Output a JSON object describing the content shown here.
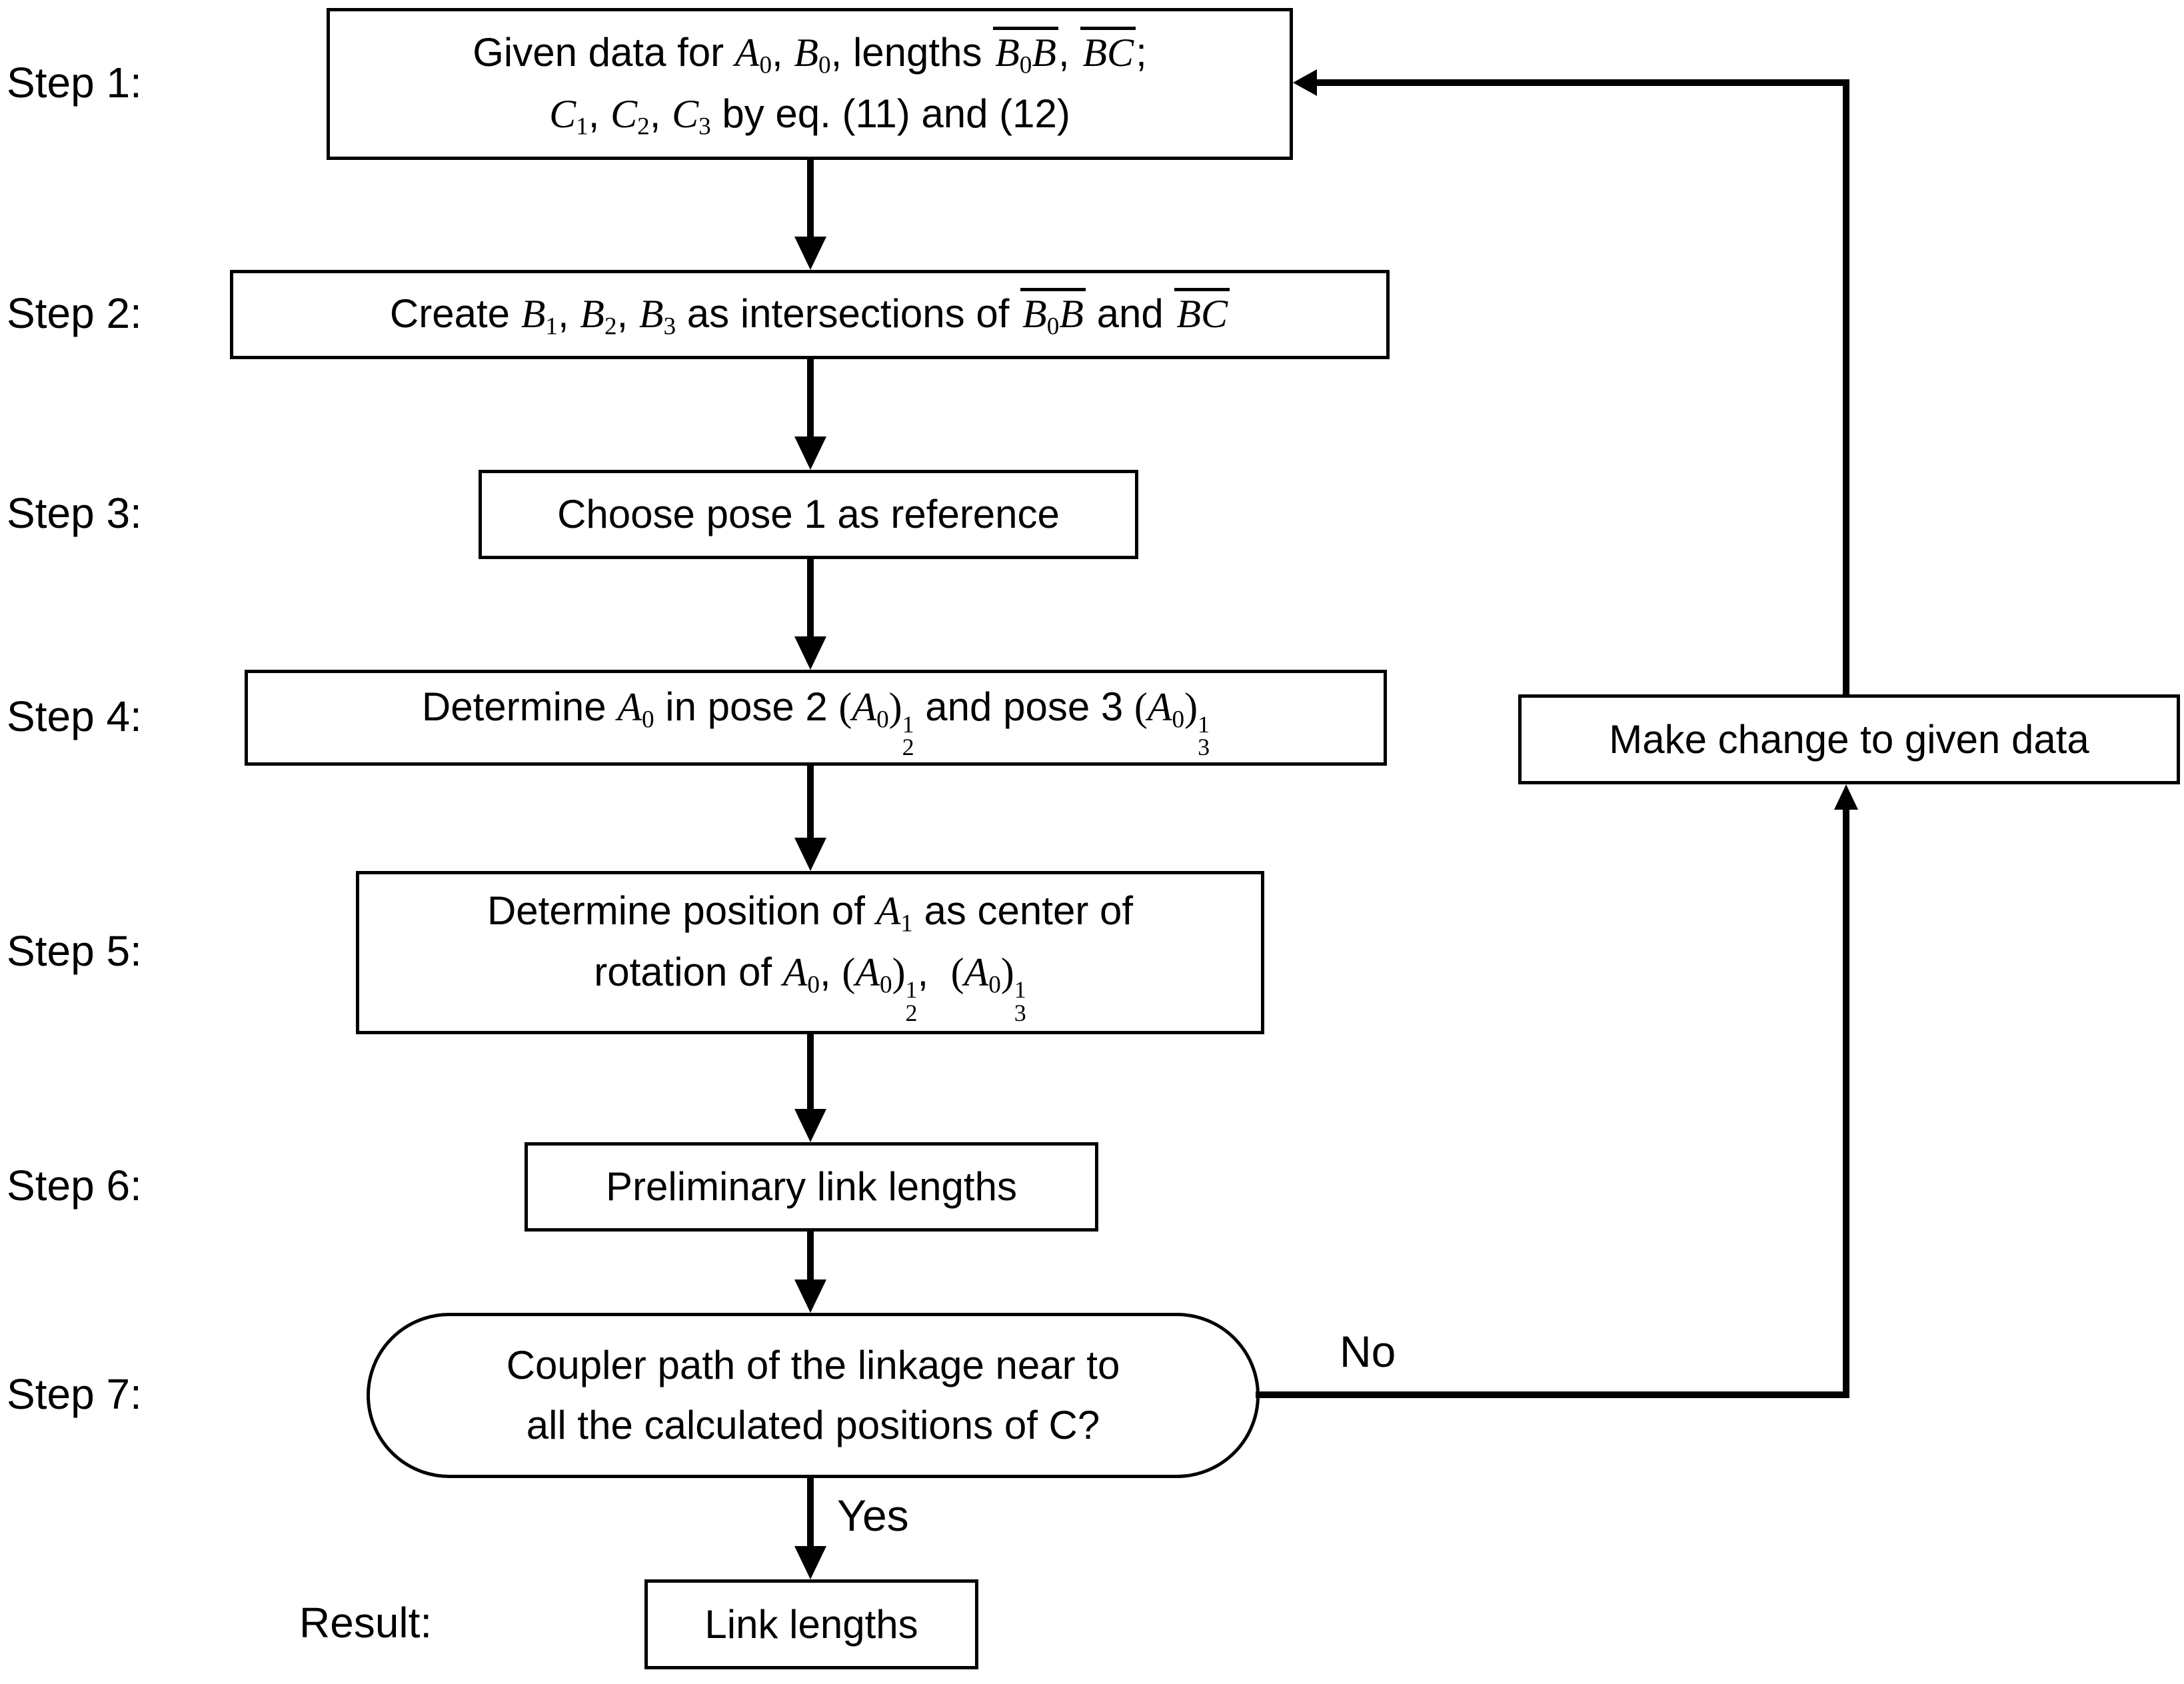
{
  "diagram": {
    "colors": {
      "line": "#000000",
      "background": "#ffffff"
    },
    "edge_labels": {
      "yes": "Yes",
      "no": "No"
    },
    "steps": [
      {
        "label": "Step 1:",
        "shape": "rect",
        "lines": [
          {
            "parts": [
              {
                "k": "t",
                "t": "Given data for "
              },
              {
                "k": "v",
                "t": "A"
              },
              {
                "k": "s",
                "t": "0"
              },
              {
                "k": "t",
                "t": ", "
              },
              {
                "k": "v",
                "t": "B"
              },
              {
                "k": "s",
                "t": "0"
              },
              {
                "k": "t",
                "t": ", lengths "
              },
              {
                "k": "ov",
                "parts": [
                  {
                    "k": "v",
                    "t": "B"
                  },
                  {
                    "k": "s",
                    "t": "0"
                  },
                  {
                    "k": "v",
                    "t": "B"
                  }
                ]
              },
              {
                "k": "t",
                "t": ", "
              },
              {
                "k": "ov",
                "parts": [
                  {
                    "k": "v",
                    "t": "BC"
                  }
                ]
              },
              {
                "k": "t",
                "t": ";"
              }
            ]
          },
          {
            "parts": [
              {
                "k": "v",
                "t": "C"
              },
              {
                "k": "s",
                "t": "1"
              },
              {
                "k": "t",
                "t": ", "
              },
              {
                "k": "v",
                "t": "C"
              },
              {
                "k": "s",
                "t": "2"
              },
              {
                "k": "t",
                "t": ", "
              },
              {
                "k": "v",
                "t": "C"
              },
              {
                "k": "s",
                "t": "3"
              },
              {
                "k": "t",
                "t": " by eq. (11) and (12)"
              }
            ]
          }
        ]
      },
      {
        "label": "Step 2:",
        "shape": "rect",
        "lines": [
          {
            "parts": [
              {
                "k": "t",
                "t": "Create "
              },
              {
                "k": "v",
                "t": "B"
              },
              {
                "k": "s",
                "t": "1"
              },
              {
                "k": "t",
                "t": ", "
              },
              {
                "k": "v",
                "t": "B"
              },
              {
                "k": "s",
                "t": "2"
              },
              {
                "k": "t",
                "t": ", "
              },
              {
                "k": "v",
                "t": "B"
              },
              {
                "k": "s",
                "t": "3"
              },
              {
                "k": "t",
                "t": " as intersections of "
              },
              {
                "k": "ov",
                "parts": [
                  {
                    "k": "v",
                    "t": "B"
                  },
                  {
                    "k": "s",
                    "t": "0"
                  },
                  {
                    "k": "v",
                    "t": "B"
                  }
                ]
              },
              {
                "k": "t",
                "t": " and "
              },
              {
                "k": "ov",
                "parts": [
                  {
                    "k": "v",
                    "t": "BC"
                  }
                ]
              }
            ]
          }
        ]
      },
      {
        "label": "Step 3:",
        "shape": "rect",
        "lines": [
          {
            "parts": [
              {
                "k": "t",
                "t": "Choose pose 1 as reference"
              }
            ]
          }
        ]
      },
      {
        "label": "Step 4:",
        "shape": "rect",
        "lines": [
          {
            "parts": [
              {
                "k": "t",
                "t": "Determine "
              },
              {
                "k": "v",
                "t": "A"
              },
              {
                "k": "s",
                "t": "0"
              },
              {
                "k": "t",
                "t": " in pose 2 "
              },
              {
                "k": "r",
                "t": "("
              },
              {
                "k": "v",
                "t": "A"
              },
              {
                "k": "s",
                "t": "0"
              },
              {
                "k": "r",
                "t": ")"
              },
              {
                "k": "st",
                "top": "1",
                "bot": "2"
              },
              {
                "k": "t",
                "t": " and pose 3 "
              },
              {
                "k": "r",
                "t": "("
              },
              {
                "k": "v",
                "t": "A"
              },
              {
                "k": "s",
                "t": "0"
              },
              {
                "k": "r",
                "t": ")"
              },
              {
                "k": "st",
                "top": "1",
                "bot": "3"
              }
            ]
          }
        ]
      },
      {
        "label": "Step 5:",
        "shape": "rect",
        "lines": [
          {
            "parts": [
              {
                "k": "t",
                "t": "Determine position of "
              },
              {
                "k": "v",
                "t": "A"
              },
              {
                "k": "s",
                "t": "1"
              },
              {
                "k": "t",
                "t": " as center of"
              }
            ]
          },
          {
            "parts": [
              {
                "k": "t",
                "t": "rotation of "
              },
              {
                "k": "v",
                "t": "A"
              },
              {
                "k": "s",
                "t": "0"
              },
              {
                "k": "t",
                "t": ", "
              },
              {
                "k": "r",
                "t": "("
              },
              {
                "k": "v",
                "t": "A"
              },
              {
                "k": "s",
                "t": "0"
              },
              {
                "k": "r",
                "t": ")"
              },
              {
                "k": "st",
                "top": "1",
                "bot": "2"
              },
              {
                "k": "t",
                "t": ",  "
              },
              {
                "k": "r",
                "t": "("
              },
              {
                "k": "v",
                "t": "A"
              },
              {
                "k": "s",
                "t": "0"
              },
              {
                "k": "r",
                "t": ")"
              },
              {
                "k": "st",
                "top": "1",
                "bot": "3"
              }
            ]
          }
        ]
      },
      {
        "label": "Step 6:",
        "shape": "rect",
        "lines": [
          {
            "parts": [
              {
                "k": "t",
                "t": "Preliminary link lengths"
              }
            ]
          }
        ]
      },
      {
        "label": "Step 7:",
        "shape": "terminator",
        "lines": [
          {
            "parts": [
              {
                "k": "t",
                "t": "Coupler path of the linkage near to"
              }
            ]
          },
          {
            "parts": [
              {
                "k": "t",
                "t": "all the calculated positions of C?"
              }
            ]
          }
        ]
      }
    ],
    "result": {
      "label": "Result:",
      "box_lines": [
        {
          "parts": [
            {
              "k": "t",
              "t": "Link lengths"
            }
          ]
        }
      ]
    },
    "feedback": {
      "box_lines": [
        {
          "parts": [
            {
              "k": "t",
              "t": "Make change to given data"
            }
          ]
        }
      ]
    }
  }
}
